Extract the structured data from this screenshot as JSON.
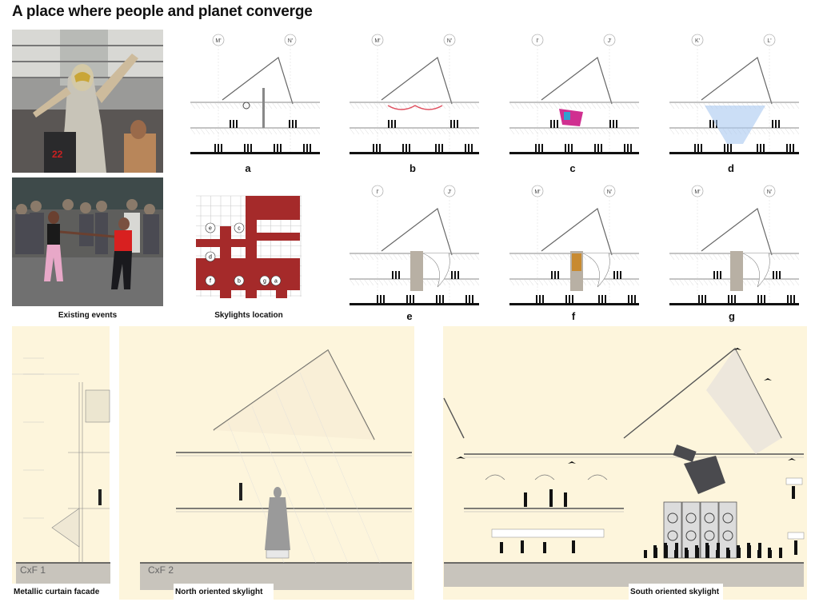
{
  "title": "A place where people and planet converge",
  "captions": {
    "existing_events": "Existing events",
    "skylights_location": "Skylights location"
  },
  "photos": {
    "wrestler_jersey": "22"
  },
  "sections": [
    {
      "letter": "a",
      "tags": [
        "M'",
        "N'"
      ]
    },
    {
      "letter": "b",
      "tags": [
        "M'",
        "N'"
      ]
    },
    {
      "letter": "c",
      "tags": [
        "I'",
        "J'"
      ]
    },
    {
      "letter": "d",
      "tags": [
        "K'",
        "L'"
      ]
    },
    {
      "letter": "e",
      "tags": [
        "I'",
        "J'"
      ]
    },
    {
      "letter": "f",
      "tags": [
        "M'",
        "N'"
      ]
    },
    {
      "letter": "g",
      "tags": [
        "M'",
        "N'"
      ]
    }
  ],
  "skylight_plan": {
    "markers": [
      "e",
      "c",
      "d",
      "f",
      "b",
      "g",
      "a"
    ],
    "colors": {
      "fill": "#a52a2a",
      "grid": "#cccccc"
    }
  },
  "bottom": {
    "cxf1": "CxF 1",
    "cxf2": "CxF 2",
    "labels": {
      "metallic": "Metallic curtain facade",
      "north": "North oriented skylight",
      "south": "South oriented skylight"
    },
    "colors": {
      "panel": "#fdf5dc"
    }
  }
}
